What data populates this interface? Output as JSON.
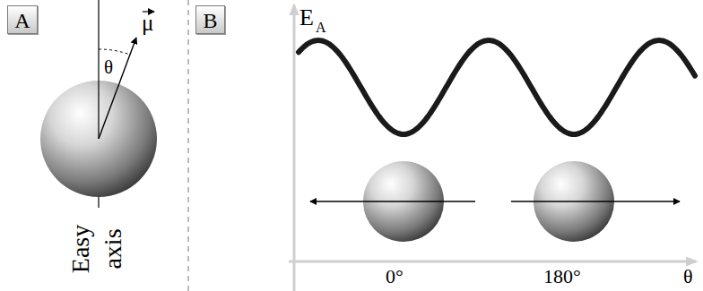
{
  "diagram": {
    "nodes": [
      {
        "text": [
          "A"
        ]
      },
      {
        "text": [
          "B"
        ]
      }
    ],
    "labels": [
      "θ",
      "μ",
      "Easy axis",
      "E",
      "A",
      "0°",
      "180°",
      "θ"
    ]
  }
}
